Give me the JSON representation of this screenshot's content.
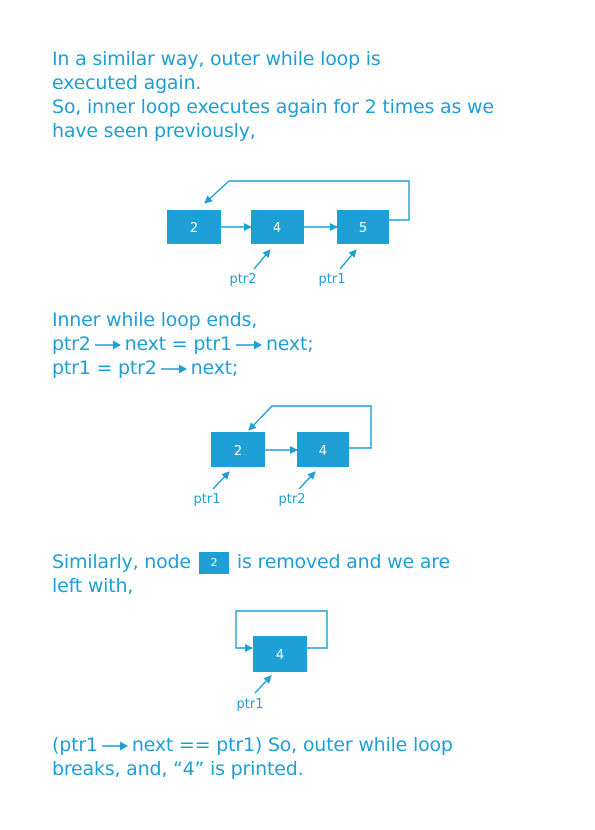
{
  "colors": {
    "accent": "#1e9fd6",
    "node_text": "#ffffff",
    "background": "#ffffff"
  },
  "icons": {
    "arrow": "right-arrow-icon"
  },
  "intro": {
    "line1": "In a similar way,  outer while loop is",
    "line2": "executed again.",
    "line3": "So,  inner loop executes again for 2 times as we",
    "line4": "have seen previously,"
  },
  "diagram1": {
    "nodes": [
      "2",
      "4",
      "5"
    ],
    "pointers": [
      "ptr2",
      "ptr1"
    ]
  },
  "section2": {
    "line1": "Inner while loop ends,",
    "code1_a": "ptr2",
    "code1_b": "next = ptr1",
    "code1_c": "next;",
    "code2_a": "ptr1 = ptr2",
    "code2_b": "next;"
  },
  "diagram2": {
    "nodes": [
      "2",
      "4"
    ],
    "pointers": [
      "ptr1",
      "ptr2"
    ]
  },
  "section3": {
    "line1_a": "Similarly,  node",
    "inline_node": "2",
    "line1_b": "is removed and we are",
    "line2": "left with,"
  },
  "diagram3": {
    "nodes": [
      "4"
    ],
    "pointers": [
      "ptr1"
    ]
  },
  "section4": {
    "line1_a": "(ptr1",
    "line1_b": "next == ptr1)  So,  outer while loop",
    "line2": "breaks,  and,  “4” is printed."
  }
}
